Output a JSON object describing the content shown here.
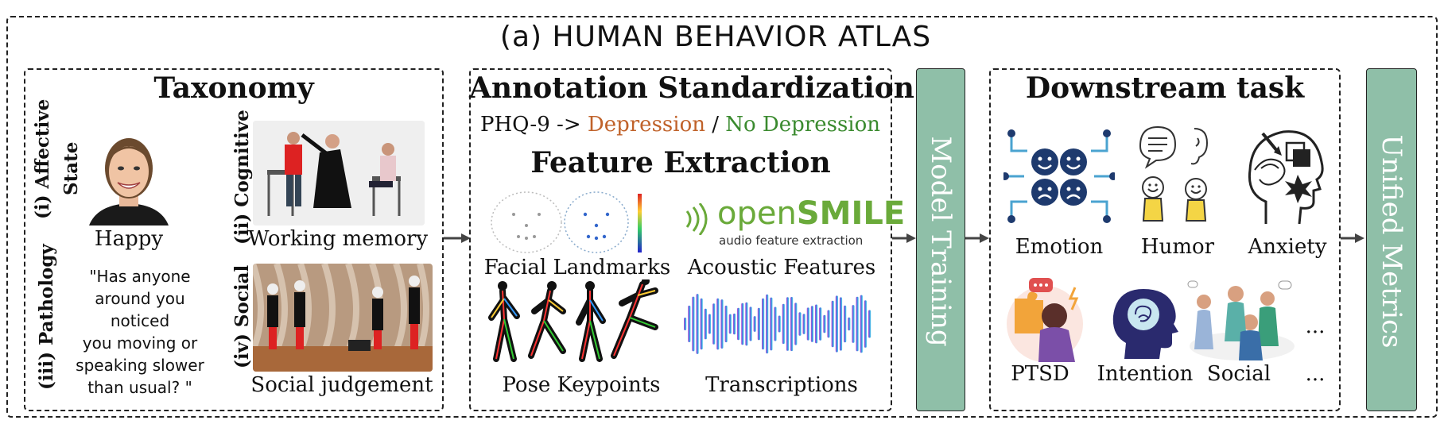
{
  "title": "(a) HUMAN BEHAVIOR ATLAS",
  "taxonomy": {
    "title": "Taxonomy",
    "affective_label": "(i) Affective",
    "affective_label2": "State",
    "cognitive_label": "(ii) Cognitive",
    "pathology_label": "(iii) Pathology",
    "social_label": "(iv) Social",
    "happy": "Happy",
    "working_memory": "Working memory",
    "quote_lines": [
      "\"Has anyone",
      "around you noticed",
      "you moving or",
      "speaking slower",
      "than usual? \""
    ],
    "social_judgement": "Social judgement"
  },
  "annotation": {
    "title": "Annotation Standardization",
    "phq_prefix": "PHQ-9 -> ",
    "depression": "Depression",
    "slash": " / ",
    "no_depression": "No Depression",
    "depression_color": "#c0622a",
    "no_depression_color": "#3a8a2e",
    "feature_title": "Feature Extraction",
    "facial": "Facial Landmarks",
    "acoustic": "Acoustic Features",
    "pose": "Pose Keypoints",
    "transcriptions": "Transcriptions",
    "opensmile_open": "open",
    "opensmile_smile": "SMILE",
    "opensmile_sub": "audio feature extraction"
  },
  "model_training": "Model Training",
  "downstream": {
    "title": "Downstream task",
    "row1": [
      "Emotion",
      "Humor",
      "Anxiety"
    ],
    "row2": [
      "PTSD",
      "Intention",
      "Social",
      "..."
    ],
    "ellipsis": "..."
  },
  "unified_metrics": "Unified Metrics",
  "colors": {
    "accent_green": "#8fbfa8",
    "opensmile_green": "#6aaa3a"
  }
}
